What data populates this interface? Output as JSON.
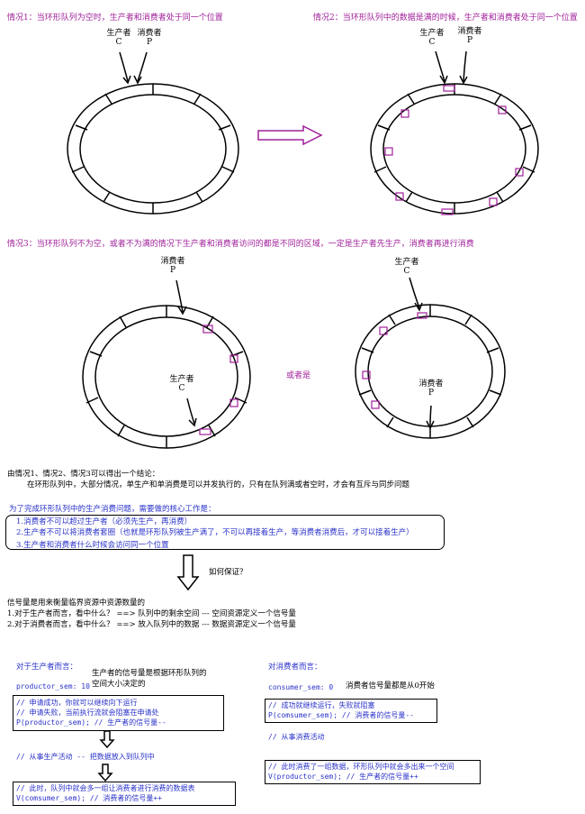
{
  "case1": {
    "title": "情况1：当环形队列为空时，生产者和消费者处于同一个位置",
    "producer": "生产者",
    "producer_letter": "C",
    "consumer": "消费者",
    "consumer_letter": "P"
  },
  "case2": {
    "title": "情况2：当环形队列中的数据是满的时候，生产者和消费者处于同一个位置",
    "producer": "生产者",
    "producer_letter": "C",
    "consumer": "消费者",
    "consumer_letter": "P"
  },
  "case3": {
    "title": "情况3：当环形队列不为空，或者不为满的情况下生产者和消费者访问的都是不同的区域，一定是生产者先生产，消费者再进行消费",
    "left": {
      "consumer": "消费者",
      "consumer_letter": "P",
      "producer": "生产者",
      "producer_letter": "C"
    },
    "or_text": "或者是",
    "right": {
      "producer": "生产者",
      "producer_letter": "C",
      "consumer": "消费者",
      "consumer_letter": "P"
    }
  },
  "conclusion": {
    "line1": "由情况1、情况2、情况3可以得出一个结论：",
    "line2": "在环形队列中，大部分情况，单生产和单消费是可以并发执行的，只有在队列满或者空时，才会有互斥与同步问题"
  },
  "core": {
    "intro": "为了完成环形队列中的生产消费问题，需要做的核心工作是：",
    "items": [
      "1.消费者不可以超过生产者（必须先生产，再消费）",
      "2.生产者不可以将消费者套圈（也就是环形队列被生产满了，不可以再接着生产，等消费者消费后，才可以接着生产）",
      "3.生产者和消费者什么时候会访问同一个位置"
    ]
  },
  "how": "如何保证？",
  "semaphore": {
    "line1": "信号量是用来衡量临界资源中资源数量的",
    "line2": "1.对于生产者而言，看中什么？   ==> 队列中的剩余空间 --- 空间资源定义一个信号量",
    "line3": "2.对于消费者而言，看中什么？   ==> 放入队列中的数据 --- 数据资源定义一个信号量"
  },
  "producer_code": {
    "heading": "对于生产者而言：",
    "sem": "productor_sem: 10",
    "note1": "生产者的信号量是根据环形队列的",
    "note2": "空间大小决定的",
    "box1": [
      "// 申请成功，你就可以继续向下运行",
      "// 申请失败，当前执行流就会阻塞在申请处",
      "P(productor_sem);  // 生产者的信号量--"
    ],
    "activity": "// 从事生产活动 -- 把数据放入到队列中",
    "box2": [
      "// 此时，队列中就会多一组让消费者进行消费的数据表",
      "V(comsumer_sem);  // 消费者的信号量++"
    ]
  },
  "consumer_code": {
    "heading": "对消费者而言：",
    "sem": "consumer_sem: 0",
    "note": "消费者信号量都是从0开始",
    "box1": [
      "// 成功就继续运行，失败就阻塞",
      "P(comsumer_sem); // 消费者的信号量--"
    ],
    "activity": "// 从事消费活动",
    "box2": [
      "// 此时消费了一组数据，环形队列中就会多出来一个空间",
      "V(productor_sem); // 生产者的信号量++"
    ]
  },
  "colors": {
    "purple": "#a0209a",
    "blue": "#2a32c8"
  }
}
